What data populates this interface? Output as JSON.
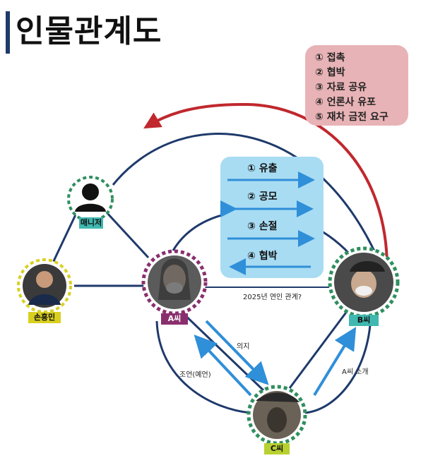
{
  "title": "인물관계도",
  "legend": {
    "items": [
      "① 접촉",
      "② 협박",
      "③ 자료 공유",
      "④ 언론사 유포",
      "⑤ 재차 금전 요구"
    ]
  },
  "flow": {
    "items": [
      "① 유출",
      "② 공모",
      "③ 손절",
      "④ 협박"
    ]
  },
  "nodes": {
    "manager": "매니저",
    "son": "손흥민",
    "a": "A씨",
    "b": "B씨",
    "c": "C씨"
  },
  "edges": {
    "relationship": "2025년 연인 관계?",
    "intent": "의지",
    "advice": "조언(예언)",
    "introduce": "A씨 소개"
  },
  "colors": {
    "line": "#1f3a6b",
    "red_arrow": "#c0282e",
    "blue_arrow": "#2f8fd8",
    "legend_bg": "#e8b3b6",
    "flow_bg": "#a8dcf3",
    "green_dash": "#2f8f5e",
    "yellow_dash": "#d8d020",
    "purple_dash": "#8a2f6e",
    "teal_label": "#40b8b0"
  }
}
